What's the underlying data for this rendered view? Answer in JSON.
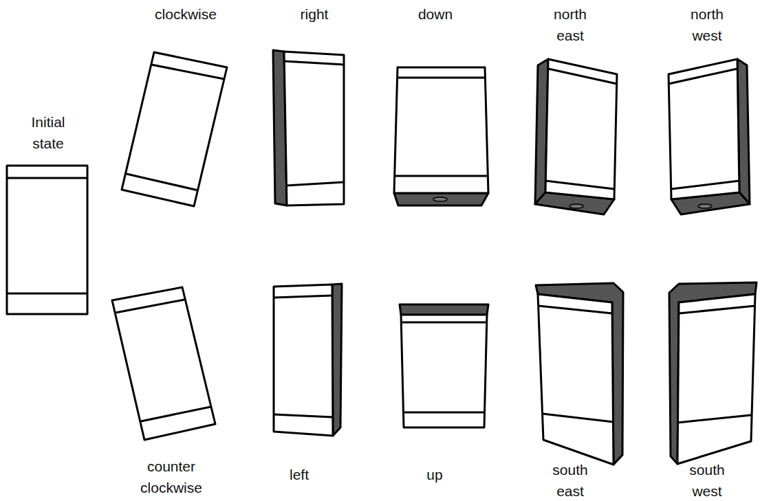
{
  "diagram": {
    "labels": [
      "clockwise",
      "right",
      "down",
      "north east",
      "north west",
      "Initial state",
      "counter clockwise",
      "left",
      "up",
      "south east",
      "south west"
    ]
  }
}
